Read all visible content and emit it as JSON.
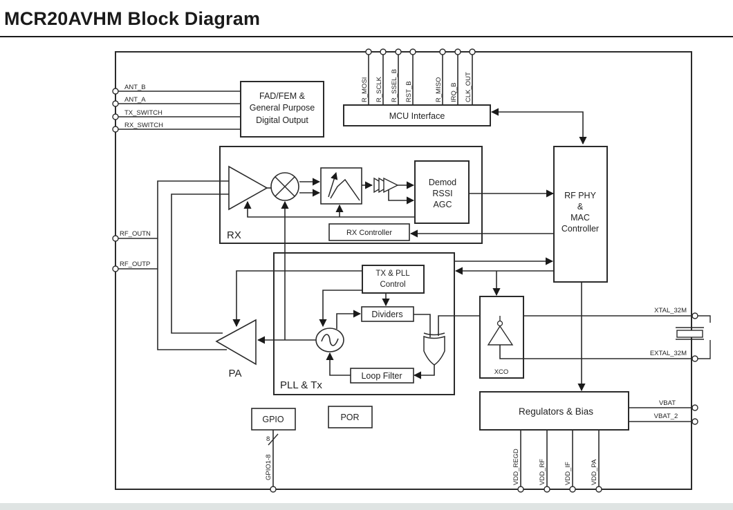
{
  "page": {
    "title": "MCR20AVHM Block Diagram"
  },
  "blocks": {
    "mcu_interface": "MCU Interface",
    "fad_fem": [
      "FAD/FEM &",
      "General Purpose",
      "Digital Output"
    ],
    "rx_section": "RX",
    "demod": [
      "Demod",
      "RSSI",
      "AGC"
    ],
    "rx_controller": "RX Controller",
    "rf_phy": [
      "RF PHY",
      "&",
      "MAC",
      "Controller"
    ],
    "pll_tx_section": "PLL & Tx",
    "tx_pll_control": [
      "TX & PLL",
      "Control"
    ],
    "dividers": "Dividers",
    "loop_filter": "Loop Filter",
    "pa": "PA",
    "xco": "XCO",
    "regulators": "Regulators & Bias",
    "gpio": "GPIO",
    "por": "POR"
  },
  "pins": {
    "top": [
      "R_MOSI",
      "R_SCLK",
      "R_SSEL_B",
      "RST_B",
      "R_MISO",
      "IRQ_B",
      "CLK_OUT"
    ],
    "left": [
      "ANT_B",
      "ANT_A",
      "TX_SWITCH",
      "RX_SWITCH",
      "RF_OUTN",
      "RF_OUTP"
    ],
    "right": [
      "XTAL_32M",
      "EXTAL_32M",
      "VBAT",
      "VBAT_2"
    ],
    "bottom": [
      "GPIO1-8",
      "VDD_REGD",
      "VDD_RF",
      "VDD_IF",
      "VDD_PA"
    ],
    "gpio_bus_width": "8"
  },
  "chart_data": {
    "type": "diagram",
    "title": "MCR20AVHM Block Diagram",
    "nodes": [
      "MCU Interface",
      "FAD/FEM & General Purpose Digital Output",
      "RX",
      "Demod RSSI AGC",
      "RX Controller",
      "RF PHY & MAC Controller",
      "PLL & Tx",
      "TX & PLL Control",
      "Dividers",
      "Loop Filter",
      "PA",
      "XCO",
      "Regulators & Bias",
      "GPIO",
      "POR"
    ],
    "edges": [
      [
        "MCU Interface",
        "RF PHY & MAC Controller",
        "bidirectional"
      ],
      [
        "Demod RSSI AGC",
        "RF PHY & MAC Controller"
      ],
      [
        "RF PHY & MAC Controller",
        "RX Controller"
      ],
      [
        "PLL & Tx",
        "RF PHY & MAC Controller"
      ],
      [
        "RF PHY & MAC Controller",
        "PLL & Tx"
      ],
      [
        "RF PHY & MAC Controller",
        "XCO"
      ],
      [
        "RF PHY & MAC Controller",
        "Regulators & Bias"
      ],
      [
        "TX & PLL Control",
        "Dividers"
      ],
      [
        "TX & PLL Control",
        "PA"
      ],
      [
        "Dividers",
        "Loop Filter"
      ],
      [
        "Loop Filter",
        "VCO"
      ],
      [
        "VCO",
        "Dividers"
      ],
      [
        "VCO",
        "PA"
      ],
      [
        "VCO",
        "RX Mixer"
      ]
    ]
  }
}
